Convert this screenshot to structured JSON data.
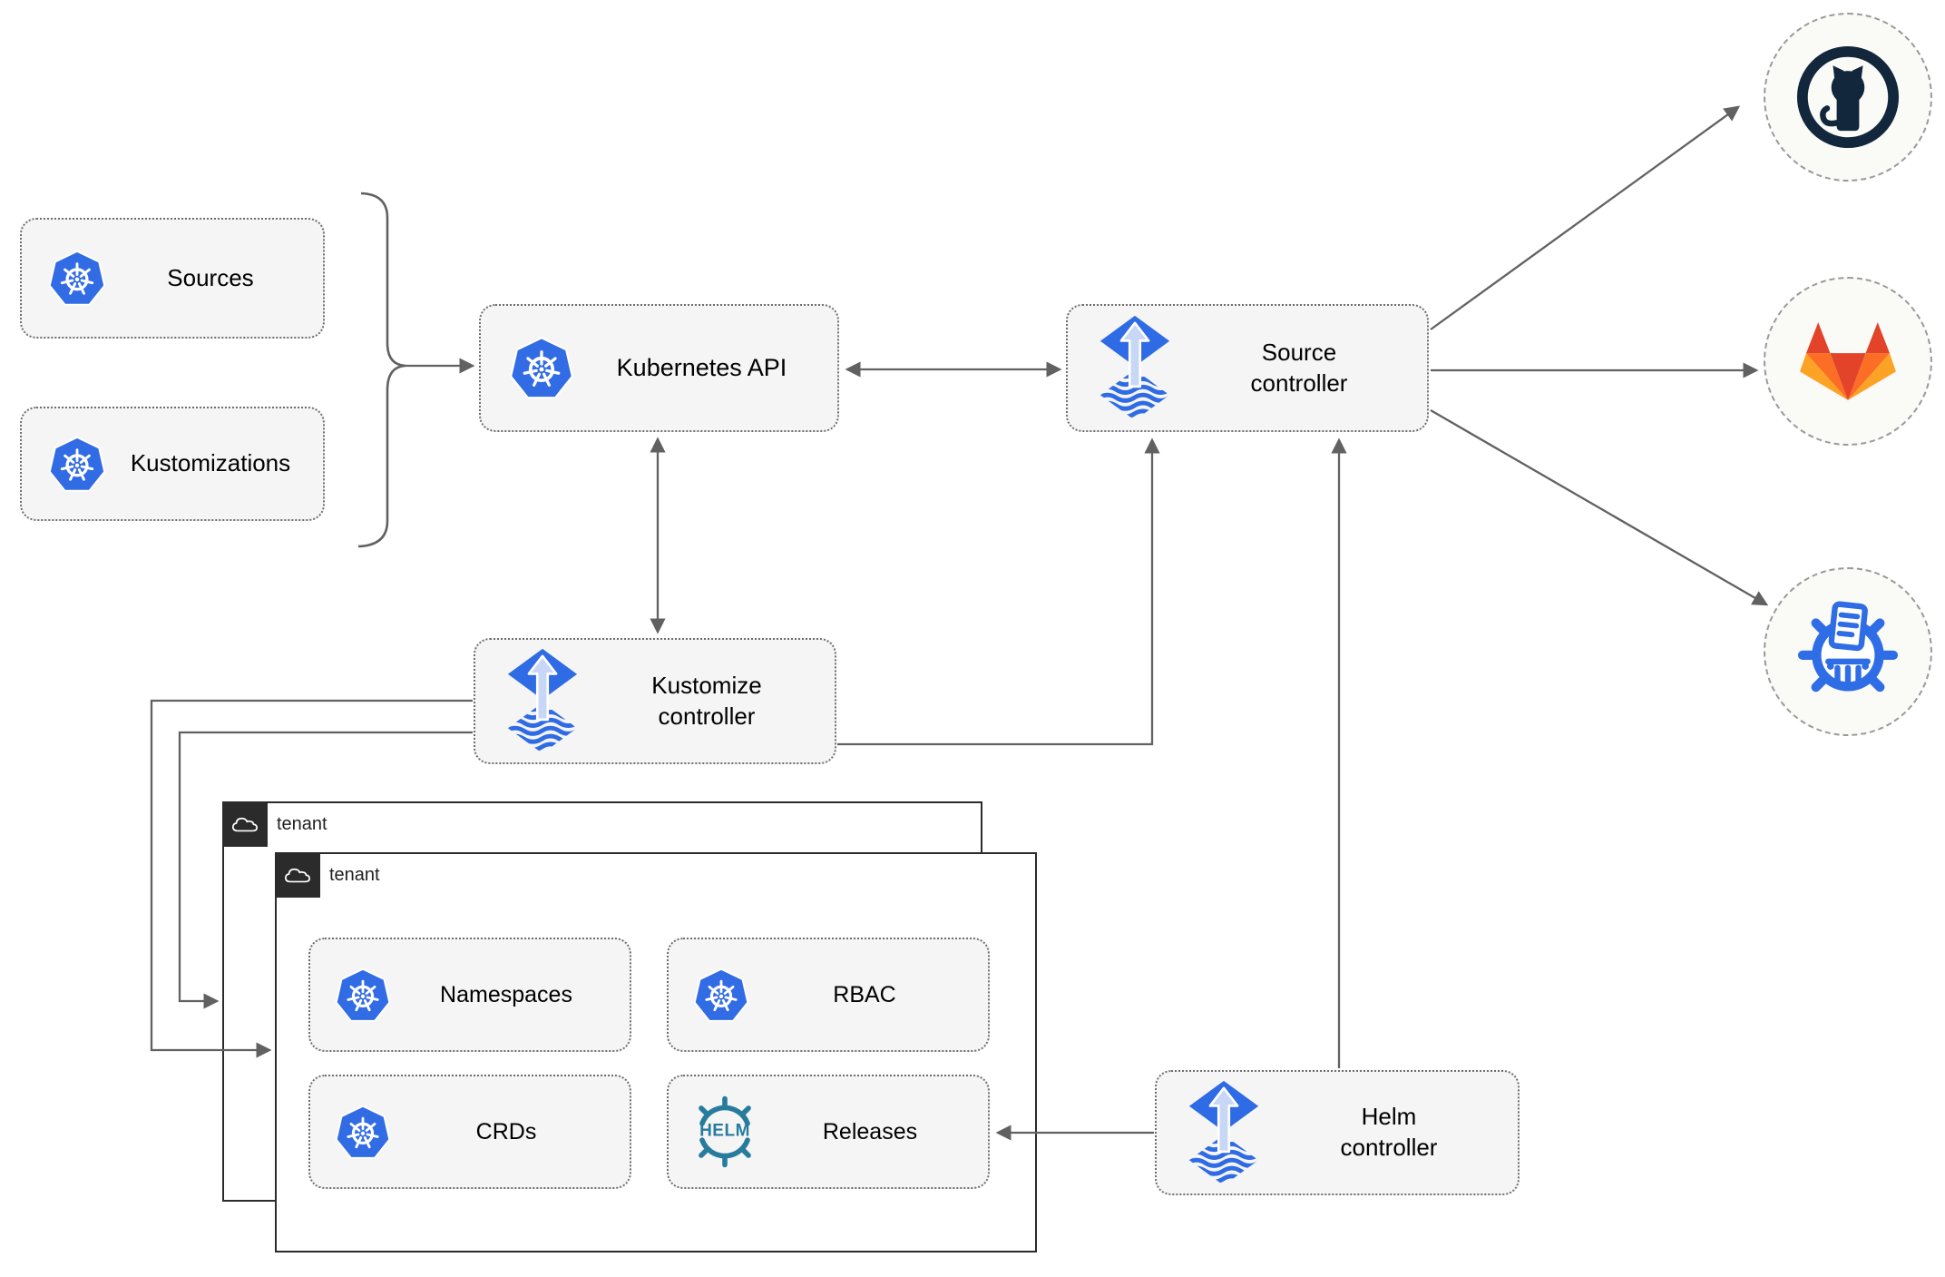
{
  "nodes": {
    "sources": "Sources",
    "kustomizations": "Kustomizations",
    "kubernetes_api": "Kubernetes API",
    "source_controller": "Source controller",
    "kustomize_controller": "Kustomize controller",
    "helm_controller": "Helm controller",
    "namespaces": "Namespaces",
    "rbac": "RBAC",
    "crds": "CRDs",
    "releases": "Releases"
  },
  "tenants": {
    "outer": "tenant",
    "inner": "tenant"
  },
  "icons": {
    "releases_wordmark": "HELM",
    "left_nodes": "kubernetes-logo",
    "controllers": "flux-logo",
    "endpoints": [
      "github-logo",
      "gitlab-logo",
      "chart-repository-logo"
    ],
    "tenant_tag": "cloud-icon"
  },
  "colors": {
    "kubernetes_blue": "#326CE5",
    "flux_blue": "#2F6BE4",
    "flux_arrow_light": "#C7D7F5",
    "helm_teal": "#277C9D",
    "github_dark": "#12263C",
    "gitlab_red": "#E24329",
    "gitlab_orange": "#FC6D26",
    "gitlab_amber": "#FCA326",
    "chart_repo_blue": "#2E6DE5",
    "connector_gray": "#616161",
    "node_fill": "#F5F5F5",
    "node_border": "#6E6E6E",
    "tenant_border": "#2B2B2B",
    "endpoint_fill": "#FAFAF7"
  }
}
